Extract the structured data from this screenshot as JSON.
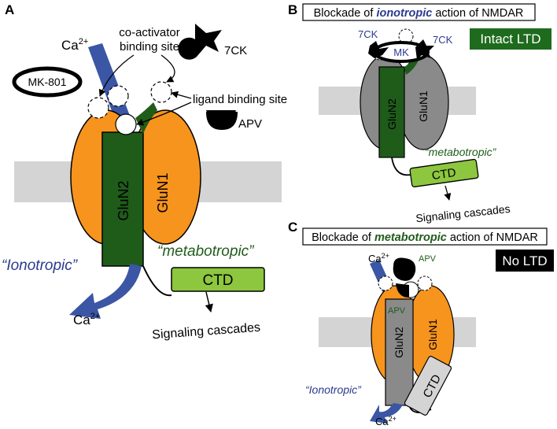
{
  "panels": {
    "a": {
      "letter": "A",
      "ca_top": "Ca",
      "ca_top_sup": "2+",
      "ca_bottom": "Ca",
      "ca_bottom_sup": "2+",
      "coactivator_line1": "co-activator",
      "coactivator_line2": "binding site",
      "ligand_site": "ligand binding site",
      "blocker_7ck": "7CK",
      "blocker_apv": "APV",
      "mk801": "MK-801",
      "glun2": "GluN2",
      "glun1": "GluN1",
      "ionotropic": "“Ionotropic”",
      "metabotropic": "“metabotropic”",
      "ctd": "CTD",
      "signaling": "Signaling cascades"
    },
    "b": {
      "letter": "B",
      "title_pre": "Blockade of ",
      "title_em": "ionotropic",
      "title_post": " action of NMDAR",
      "status": "Intact LTD",
      "left_7ck": "7CK",
      "right_7ck": "7CK",
      "mk": "MK",
      "glun2": "GluN2",
      "glun1": "GluN1",
      "metabotropic": "“metabotropic”",
      "ctd": "CTD",
      "signaling": "Signaling cascades"
    },
    "c": {
      "letter": "C",
      "title_pre": "Blockade of ",
      "title_em": "metabotropic",
      "title_post": " action of NMDAR",
      "status": "No LTD",
      "ca_top": "Ca",
      "ca_top_sup": "2+",
      "ca_bottom": "Ca",
      "ca_bottom_sup": "2+",
      "apv_top": "APV",
      "apv_inner": "APV",
      "glun2": "GluN2",
      "glun1": "GluN1",
      "ionotropic": "“Ionotropic”",
      "ctd": "CTD"
    }
  },
  "colors": {
    "orange": "#f7941d",
    "dark_green": "#1f5c1a",
    "lime": "#8dc63f",
    "blue": "#3a56a5",
    "membrane": "#d4d4d4",
    "gray_subunit": "#8a8a8a",
    "status_green": "#1e6b1e"
  }
}
